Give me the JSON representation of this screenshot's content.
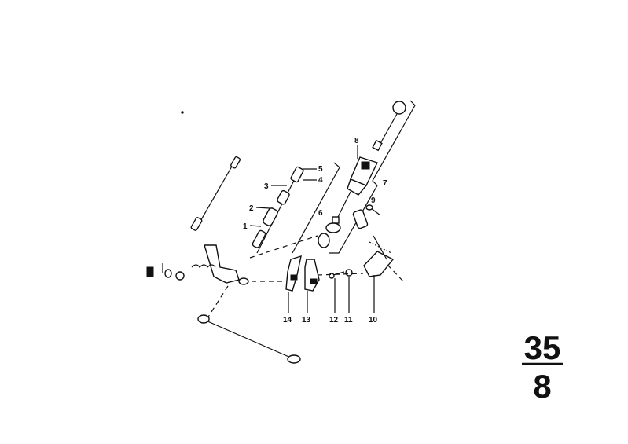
{
  "parts": [
    {
      "id": "1",
      "label": "1"
    },
    {
      "id": "2",
      "label": "2"
    },
    {
      "id": "3",
      "label": "3"
    },
    {
      "id": "4",
      "label": "4"
    },
    {
      "id": "5",
      "label": "5"
    },
    {
      "id": "6",
      "label": "6"
    },
    {
      "id": "7",
      "label": "7"
    },
    {
      "id": "8",
      "label": "8"
    },
    {
      "id": "9",
      "label": "9"
    },
    {
      "id": "10",
      "label": "10"
    },
    {
      "id": "11",
      "label": "11"
    },
    {
      "id": "12",
      "label": "12"
    },
    {
      "id": "13",
      "label": "13"
    },
    {
      "id": "14",
      "label": "14"
    }
  ],
  "group": {
    "main": "35",
    "sub": "8"
  }
}
